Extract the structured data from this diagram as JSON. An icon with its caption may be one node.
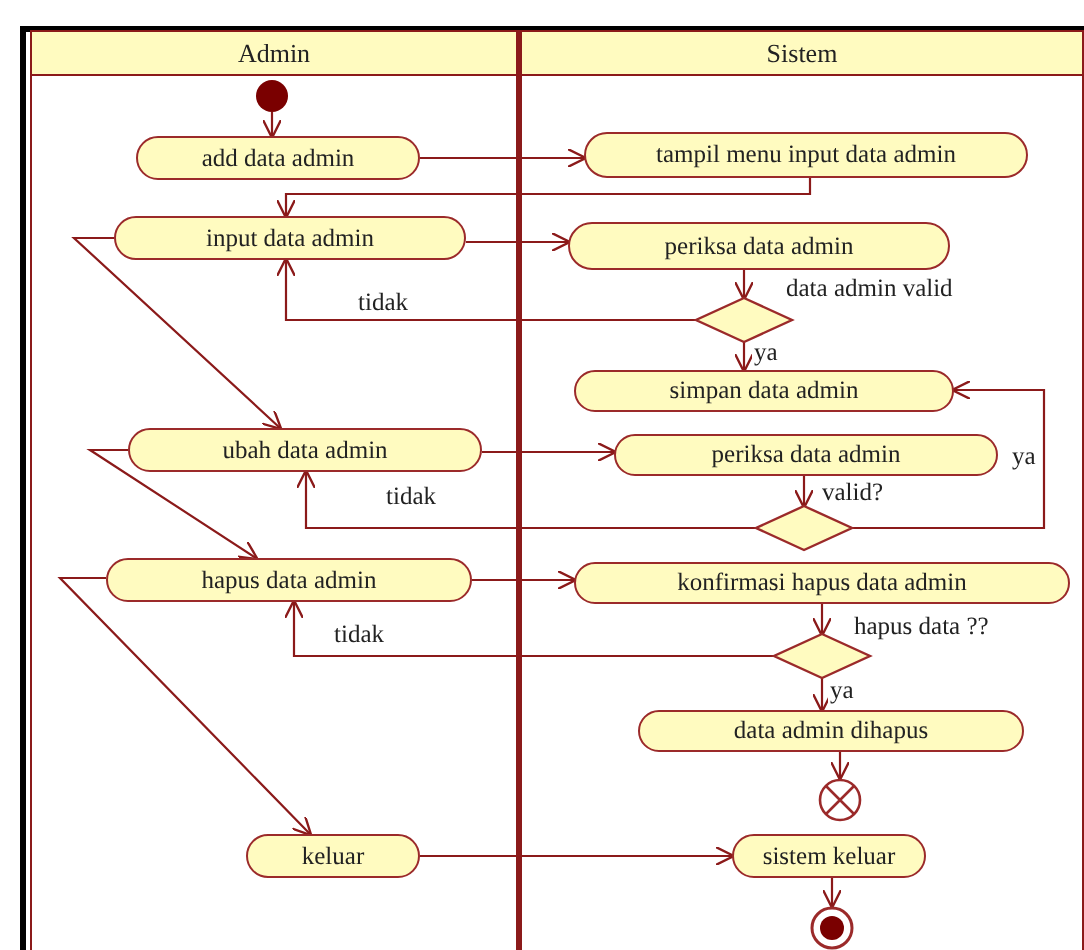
{
  "diagram": {
    "nodes": [
      {
        "text": [
          "Admin"
        ]
      },
      {
        "text": [
          "Sistem"
        ]
      },
      {
        "text": [],
        "shape": "circle",
        "in": 0
      },
      {
        "text": [
          "add data admin"
        ],
        "in": 0
      },
      {
        "text": [
          "input data admin"
        ],
        "in": 0
      },
      {
        "text": [
          "ubah data admin"
        ],
        "in": 0
      },
      {
        "text": [
          "hapus data admin"
        ],
        "in": 0
      },
      {
        "text": [
          "keluar"
        ],
        "in": 0
      },
      {
        "text": [
          "tampil menu input data admin"
        ],
        "in": 1
      },
      {
        "text": [
          "periksa data admin"
        ],
        "in": 1
      },
      {
        "text": [],
        "shape": "diamond",
        "in": 1
      },
      {
        "text": [
          "simpan data admin"
        ],
        "in": 1
      },
      {
        "text": [
          "periksa data admin"
        ],
        "in": 1
      },
      {
        "text": [],
        "shape": "diamond",
        "in": 1
      },
      {
        "text": [
          "konfirmasi hapus data admin"
        ],
        "in": 1
      },
      {
        "text": [],
        "shape": "diamond",
        "in": 1
      },
      {
        "text": [
          "data admin dihapus"
        ],
        "in": 1
      },
      {
        "text": [],
        "shape": "circle",
        "in": 1
      },
      {
        "text": [
          "sistem keluar"
        ],
        "in": 1
      },
      {
        "text": [],
        "shape": "circle",
        "in": 1
      }
    ],
    "edges": [
      {
        "from": 2,
        "to": 3,
        "arrow": "to"
      },
      {
        "from": 3,
        "to": 8,
        "arrow": "to"
      },
      {
        "from": 8,
        "to": 4,
        "arrow": "to"
      },
      {
        "from": 4,
        "to": 9,
        "arrow": "to"
      },
      {
        "from": 4,
        "to": 5,
        "arrow": "to"
      },
      {
        "from": 9,
        "to": 10,
        "arrow": "to",
        "label": "data admin valid"
      },
      {
        "from": 10,
        "to": 4,
        "arrow": "to",
        "label": "tidak"
      },
      {
        "from": 10,
        "to": 11,
        "arrow": "to",
        "label": "ya"
      },
      {
        "from": 5,
        "to": 12,
        "arrow": "to"
      },
      {
        "from": 5,
        "to": 6,
        "arrow": "to"
      },
      {
        "from": 12,
        "to": 13,
        "arrow": "to",
        "label": "valid?"
      },
      {
        "from": 13,
        "to": 11,
        "arrow": "to",
        "label": "ya"
      },
      {
        "from": 13,
        "to": 5,
        "arrow": "to",
        "label": "tidak"
      },
      {
        "from": 6,
        "to": 14,
        "arrow": "to"
      },
      {
        "from": 6,
        "to": 7,
        "arrow": "to"
      },
      {
        "from": 14,
        "to": 15,
        "arrow": "to",
        "label": "hapus data ??"
      },
      {
        "from": 15,
        "to": 16,
        "arrow": "to",
        "label": "ya"
      },
      {
        "from": 15,
        "to": 6,
        "arrow": "to",
        "label": "tidak"
      },
      {
        "from": 16,
        "to": 17,
        "arrow": "to"
      },
      {
        "from": 7,
        "to": 18,
        "arrow": "to"
      },
      {
        "from": 18,
        "to": 19,
        "arrow": "to"
      }
    ]
  }
}
